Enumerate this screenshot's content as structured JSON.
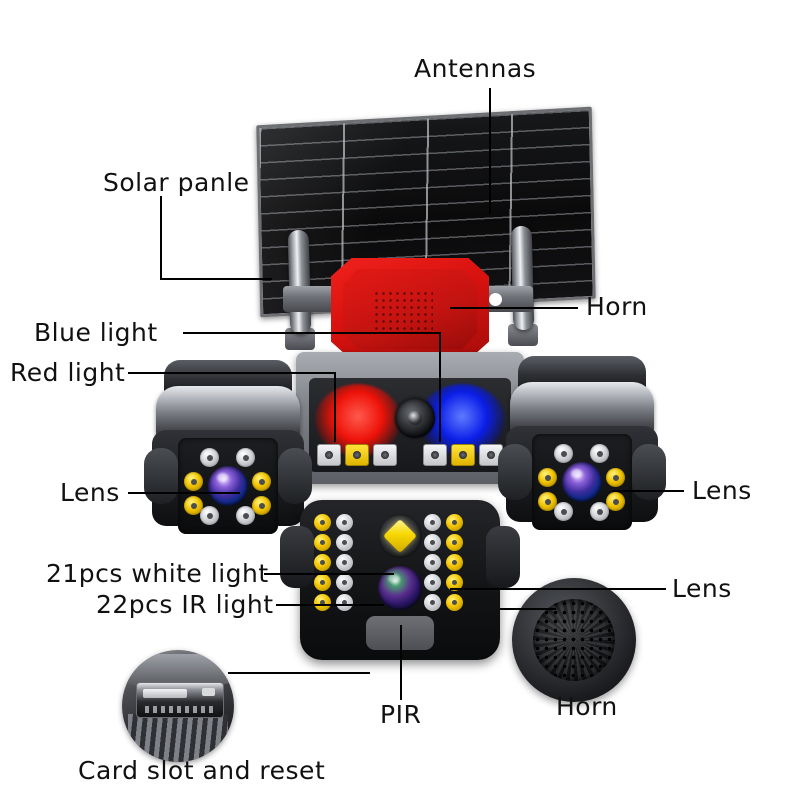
{
  "diagram": {
    "title": "Solar security camera annotated product diagram",
    "background_color": "#ffffff",
    "label_color": "#111111",
    "leader_line_color": "#000000"
  },
  "labels": {
    "antennas": "Antennas",
    "solar_panel": "Solar panle",
    "horn_top": "Horn",
    "blue_light": "Blue light",
    "red_light": "Red light",
    "lens_left": "Lens",
    "lens_right_upper": "Lens",
    "lens_right_lower": "Lens",
    "white_light": "21pcs white light",
    "ir_light": "22pcs IR light",
    "pir": "PIR",
    "horn_bottom": "Horn",
    "card_slot": "Card slot and reset"
  },
  "components": {
    "solar_panel": {
      "name": "solar-panel",
      "cell_rows": 11,
      "cell_columns": 4,
      "color": "#0a0a0b",
      "frame_color": "#6d6f73"
    },
    "antennas": {
      "name": "antennas",
      "count": 2,
      "color": "#b9bcc2"
    },
    "horn": {
      "name": "red-horn",
      "color": "#e41915",
      "grille": "perforated"
    },
    "alarm_lights": {
      "red": "#ee1208",
      "blue": "#0a1ee8"
    },
    "led_modules_front": {
      "count": 6,
      "white": 4,
      "yellow": 2,
      "white_color": "#f4f5f7",
      "yellow_color": "#ffe23a"
    },
    "side_camera_leds": {
      "white_per_camera": 4,
      "yellow_per_camera": 4,
      "lens_color": "#3f2d9e"
    },
    "bottom_camera": {
      "white_leds": 10,
      "ir_leds": 10,
      "flood_color": "#f7d800",
      "pir_color": "#6e7076",
      "lens_color": "#5b2f8e"
    },
    "card_slot_inset": {
      "name": "card-slot-closeup",
      "shape": "circle"
    },
    "horn_inset": {
      "name": "horn-speaker-closeup",
      "shape": "circle"
    }
  }
}
